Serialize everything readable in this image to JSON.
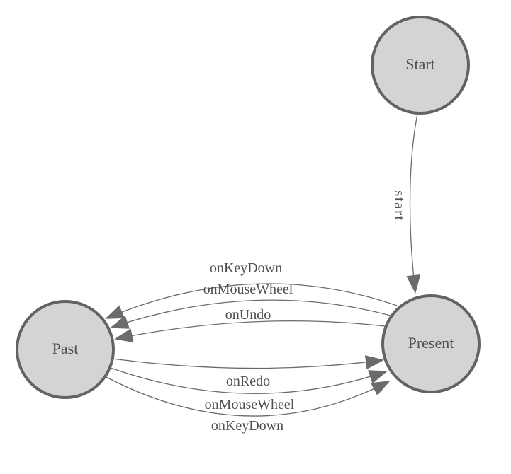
{
  "diagram": {
    "colors": {
      "background": "#ffffff",
      "node_fill": "#d4d4d4",
      "node_stroke": "#636363",
      "edge_stroke": "#6b6b6b",
      "label_text": "#4f4f4f"
    },
    "nodes": [
      {
        "id": "start",
        "label": "Start"
      },
      {
        "id": "past",
        "label": "Past"
      },
      {
        "id": "present",
        "label": "Present"
      }
    ],
    "edges": [
      {
        "from": "Start",
        "to": "Present",
        "label": "start"
      },
      {
        "from": "Present",
        "to": "Past",
        "label": "onKeyDown"
      },
      {
        "from": "Present",
        "to": "Past",
        "label": "onMouseWheel"
      },
      {
        "from": "Present",
        "to": "Past",
        "label": "onUndo"
      },
      {
        "from": "Past",
        "to": "Present",
        "label": "onRedo"
      },
      {
        "from": "Past",
        "to": "Present",
        "label": "onMouseWheel"
      },
      {
        "from": "Past",
        "to": "Present",
        "label": "onKeyDown"
      }
    ]
  }
}
